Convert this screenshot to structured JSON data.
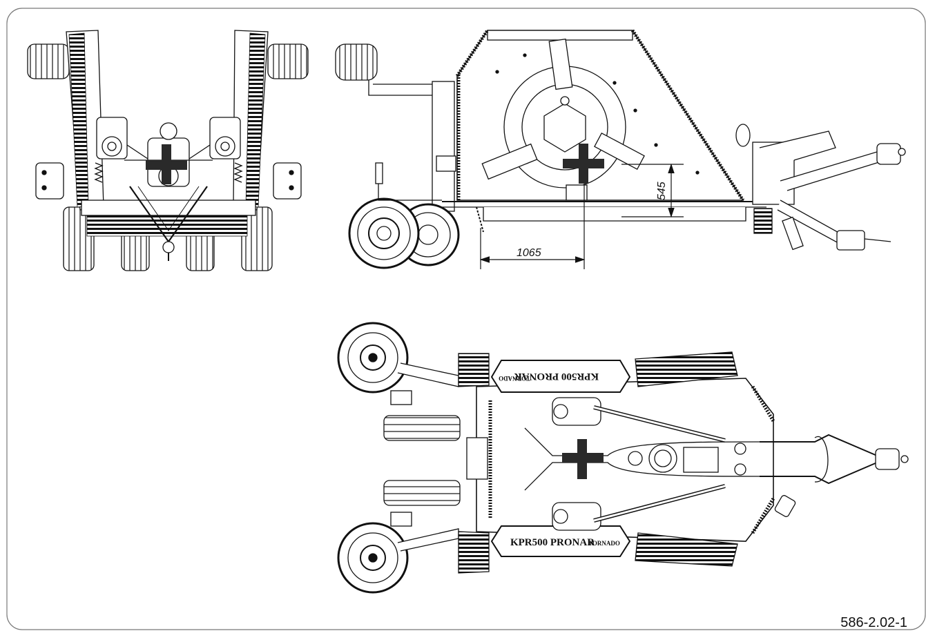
{
  "drawing": {
    "dimension_horizontal": "1065",
    "dimension_vertical": "545",
    "reference_number": "586-2.02-1",
    "brand_top": "KPR500 PRONAR",
    "brand_bottom": "KPR500 PRONAR",
    "brand_tag": "TORNADO",
    "line_color": "#111111",
    "marker_color": "#2a2a2a"
  },
  "views": [
    "front-view",
    "side-view",
    "top-view"
  ],
  "markers": [
    "center-of-gravity-front",
    "center-of-gravity-side",
    "center-of-gravity-top"
  ]
}
